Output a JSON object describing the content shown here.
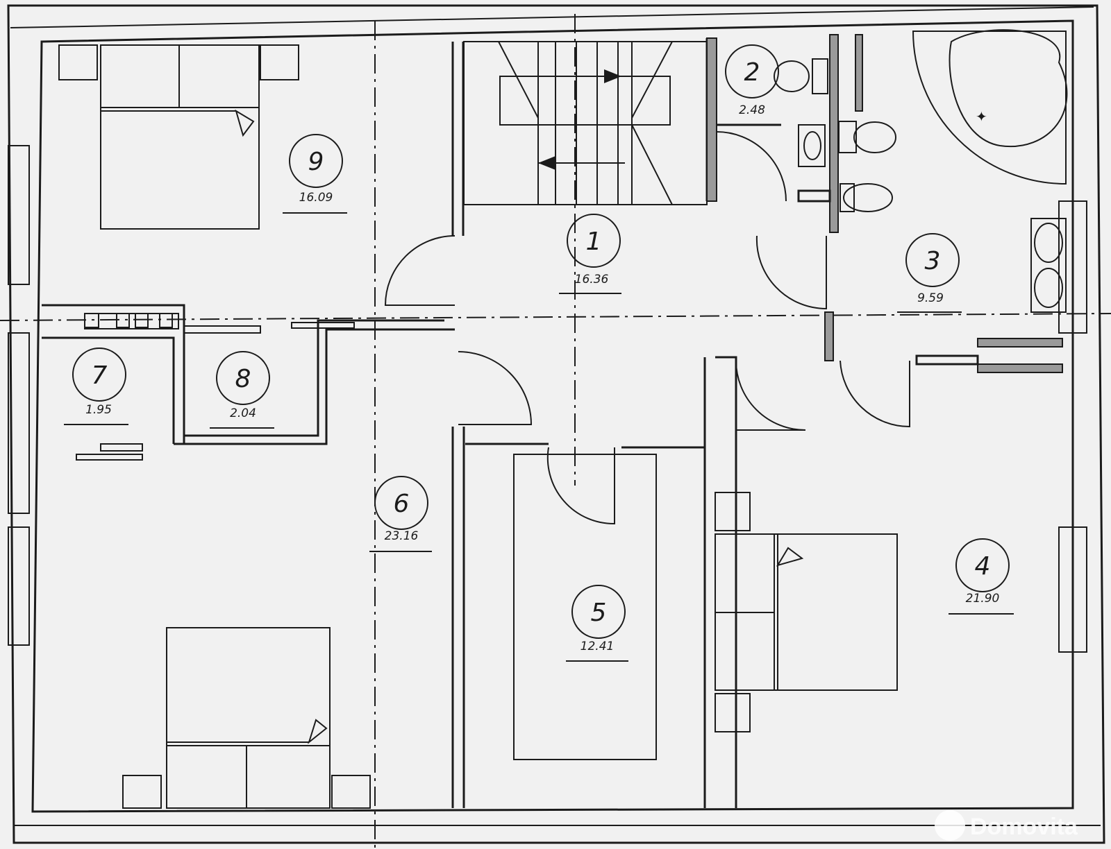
{
  "rooms": [
    {
      "number": "1",
      "area": "16.36"
    },
    {
      "number": "2",
      "area": "2.48"
    },
    {
      "number": "3",
      "area": "9.59"
    },
    {
      "number": "4",
      "area": "21.90"
    },
    {
      "number": "5",
      "area": "12.41"
    },
    {
      "number": "6",
      "area": "23.16"
    },
    {
      "number": "7",
      "area": "1.95"
    },
    {
      "number": "8",
      "area": "2.04"
    },
    {
      "number": "9",
      "area": "16.09"
    }
  ],
  "watermark": "Domovita"
}
